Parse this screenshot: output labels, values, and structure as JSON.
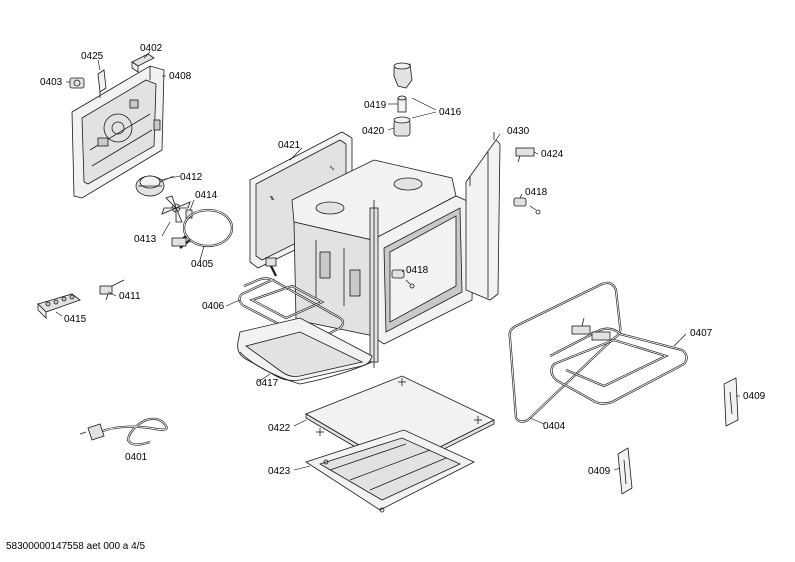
{
  "labels": {
    "p0425": "0425",
    "p0402": "0402",
    "p0403": "0403",
    "p0408": "0408",
    "p0419": "0419",
    "p0416": "0416",
    "p0420": "0420",
    "p0430": "0430",
    "p0421": "0421",
    "p0424": "0424",
    "p0412": "0412",
    "p0414": "0414",
    "p0418a": "0418",
    "p0413": "0413",
    "p0405": "0405",
    "p0418b": "0418",
    "p0406": "0406",
    "p0411": "0411",
    "p0415": "0415",
    "p0407": "0407",
    "p0417": "0417",
    "p0409a": "0409",
    "p0404": "0404",
    "p0422": "0422",
    "p0401": "0401",
    "p0409b": "0409",
    "p0423": "0423"
  },
  "footer": "58300000147558 aet 000 a 4/5"
}
